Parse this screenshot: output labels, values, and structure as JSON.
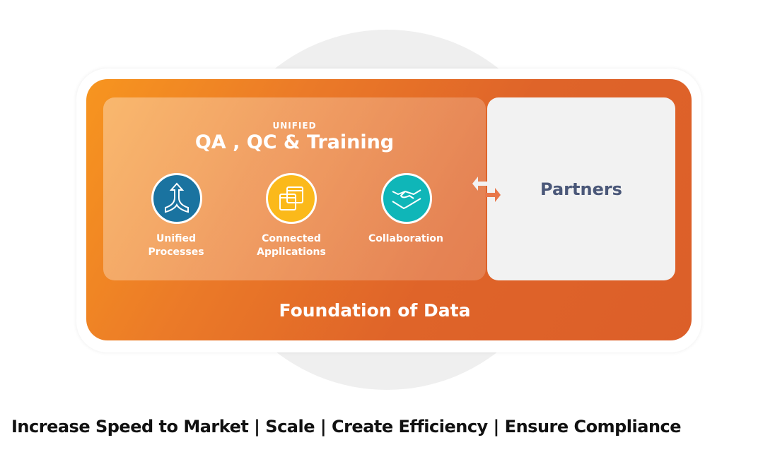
{
  "diagram": {
    "unified_label": "UNIFIED",
    "title": "QA , QC & Training",
    "items": [
      {
        "label_line1": "Unified",
        "label_line2": "Processes",
        "icon": "merge-arrows-icon",
        "color": "#1a73a0"
      },
      {
        "label_line1": "Connected",
        "label_line2": "Applications",
        "icon": "windows-icon",
        "color": "#fbb91a"
      },
      {
        "label_line1": "Collaboration",
        "label_line2": "",
        "icon": "handshake-icon",
        "color": "#0fb6b8"
      }
    ],
    "partners": "Partners",
    "foundation": "Foundation of Data"
  },
  "footer": "Increase Speed to Market | Scale | Create Efficiency | Ensure Compliance",
  "colors": {
    "orange_start": "#f7951f",
    "orange_end": "#dc5f29",
    "partners_text": "#4b5879"
  }
}
